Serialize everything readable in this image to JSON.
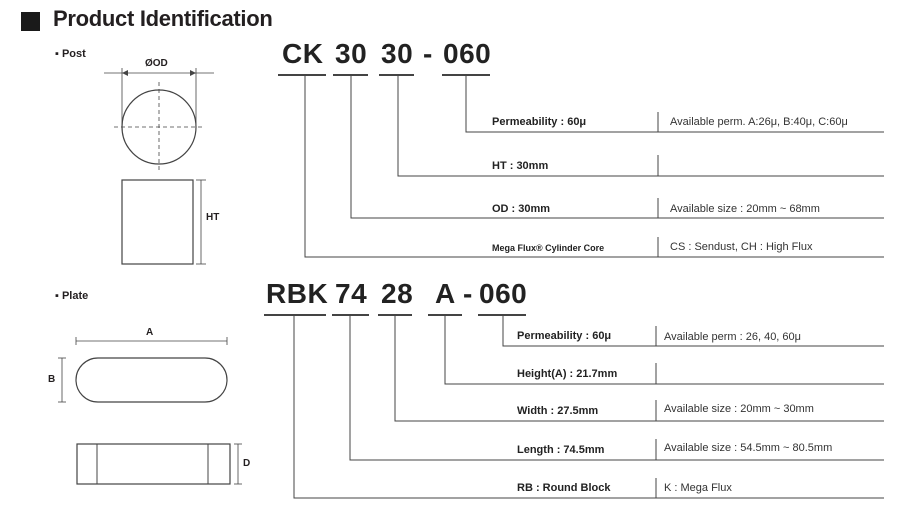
{
  "title": "Product Identification",
  "post": {
    "label": "Post",
    "dim_od": "ØOD",
    "dim_ht": "HT",
    "code": [
      "CK",
      "30",
      "30",
      "-",
      "060"
    ],
    "rows": [
      {
        "label": "Permeability : 60μ",
        "note": "Available perm. A:26μ, B:40μ, C:60μ"
      },
      {
        "label": "HT : 30mm",
        "note": ""
      },
      {
        "label": "OD : 30mm",
        "note": "Available size : 20mm ~ 68mm"
      },
      {
        "label": "Mega Flux® Cylinder Core",
        "note": "CS : Sendust, CH : High Flux"
      }
    ]
  },
  "plate": {
    "label": "Plate",
    "dim_a": "A",
    "dim_b": "B",
    "dim_d": "D",
    "code": [
      "RBK",
      "74",
      "28",
      "A",
      "-",
      "060"
    ],
    "rows": [
      {
        "label": "Permeability : 60μ",
        "note": "Available perm : 26, 40, 60μ"
      },
      {
        "label": "Height(A) : 21.7mm",
        "note": ""
      },
      {
        "label": "Width : 27.5mm",
        "note": "Available size : 20mm ~ 30mm"
      },
      {
        "label": "Length : 74.5mm",
        "note": "Available size : 54.5mm ~ 80.5mm"
      },
      {
        "label": "RB : Round Block",
        "note": "K : Mega Flux"
      }
    ]
  }
}
